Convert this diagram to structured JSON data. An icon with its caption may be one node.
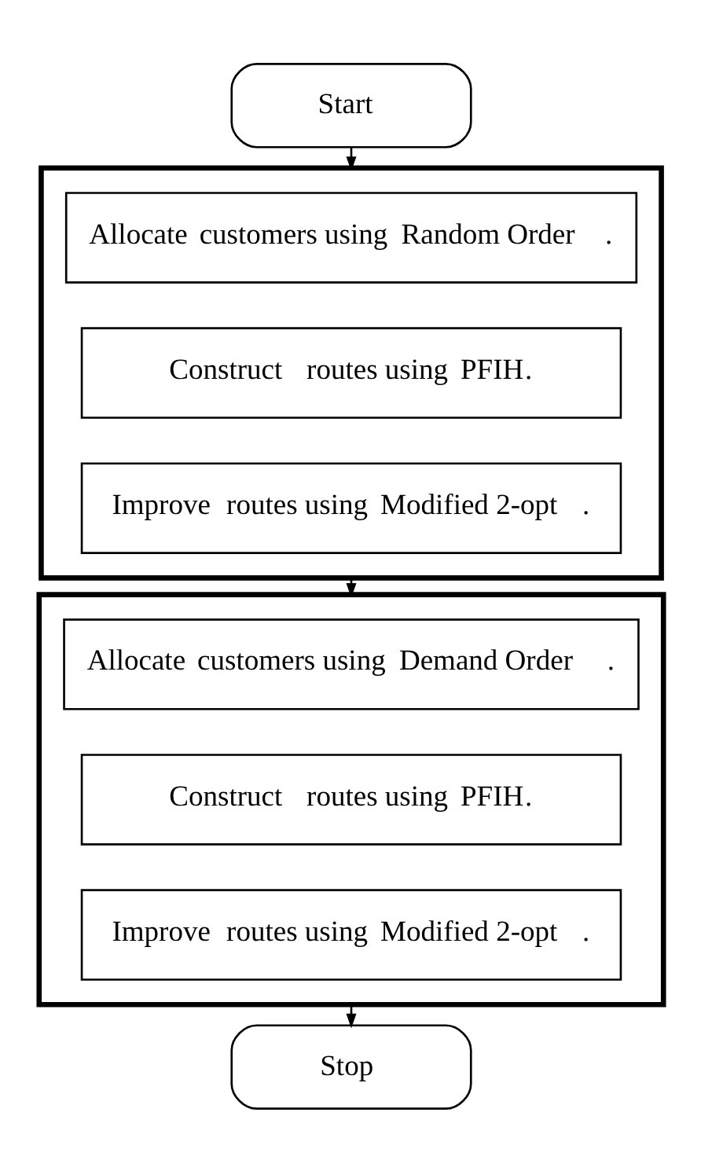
{
  "diagram": {
    "nodes": [
      {
        "text": [
          "Start"
        ]
      },
      {
        "text": [],
        "shape": "box"
      },
      {
        "text": [
          "**Allocate** customers using *Random Order*."
        ],
        "in": 1
      },
      {
        "text": [
          "**Construct** routes using *PFIH*."
        ],
        "in": 1
      },
      {
        "text": [
          "**Improve** routes using *Modified 2-opt*."
        ],
        "in": 1
      },
      {
        "text": [],
        "shape": "box"
      },
      {
        "text": [
          "**Allocate** customers using *Demand Order*."
        ],
        "in": 5
      },
      {
        "text": [
          "**Construct** routes using *PFIH*."
        ],
        "in": 5
      },
      {
        "text": [
          "**Improve** routes using *Modified 2-opt*."
        ],
        "in": 5
      },
      {
        "text": [
          "Stop"
        ]
      }
    ],
    "edges": [
      {
        "from": 0,
        "to": 1,
        "arrow": "to"
      },
      {
        "from": 1,
        "to": 5,
        "arrow": "to"
      },
      {
        "from": 5,
        "to": 9,
        "arrow": "to"
      }
    ]
  }
}
